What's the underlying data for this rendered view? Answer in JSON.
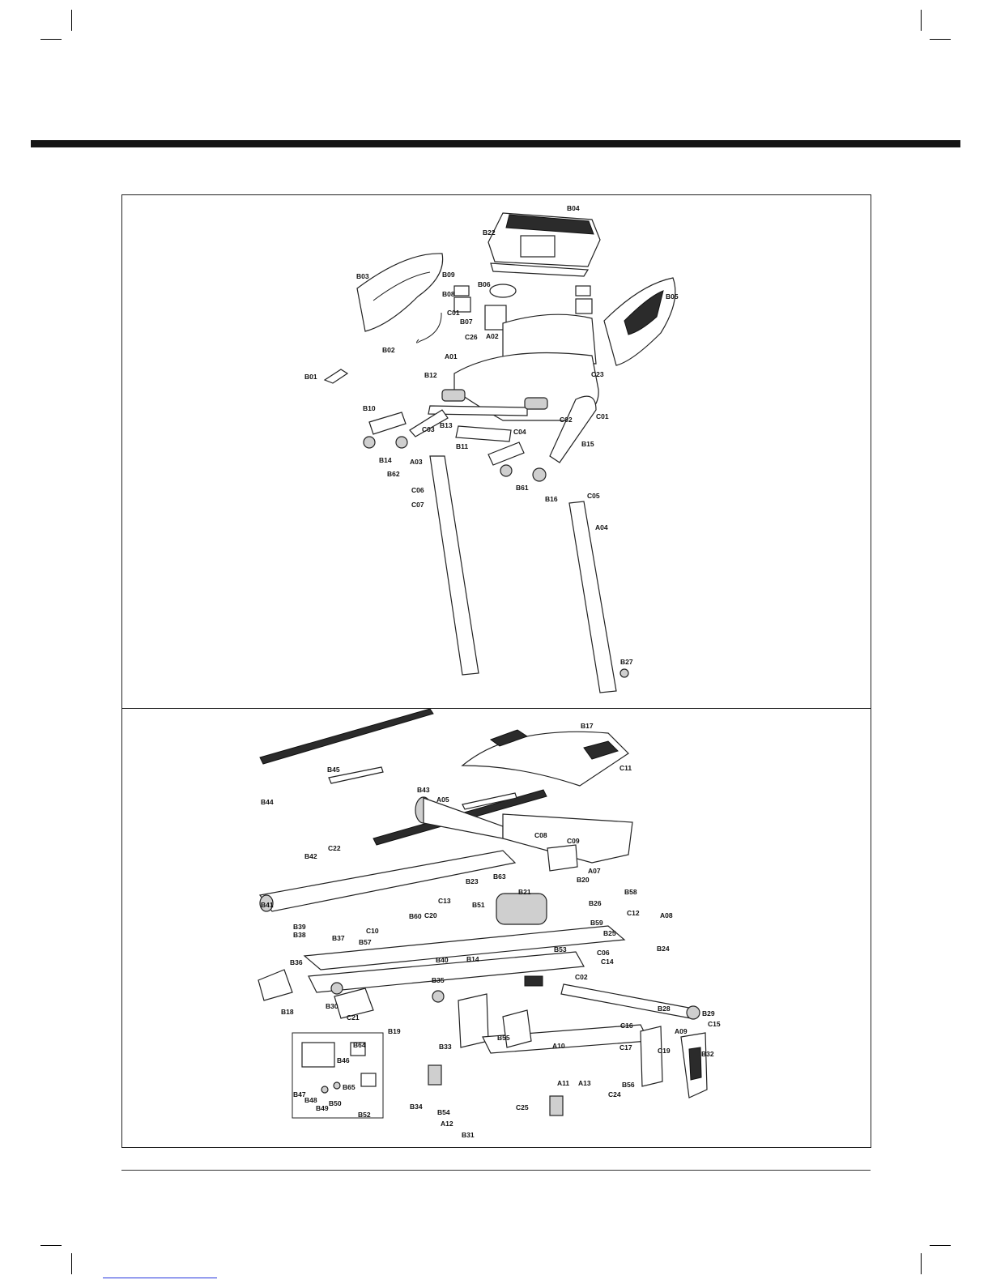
{
  "diagram_top": {
    "labels": [
      "B04",
      "B22",
      "B03",
      "B05",
      "B09",
      "B08",
      "B06",
      "C01",
      "B07",
      "C26",
      "A02",
      "B02",
      "A01",
      "B01",
      "B12",
      "C23",
      "B10",
      "B13",
      "C03",
      "C02",
      "C04",
      "C01",
      "B11",
      "B15",
      "B14",
      "B62",
      "A03",
      "B61",
      "B16",
      "C05",
      "C06",
      "C07",
      "A04",
      "B27"
    ]
  },
  "diagram_bottom": {
    "labels": [
      "B17",
      "C11",
      "B45",
      "B44",
      "B43",
      "A05",
      "C22",
      "B42",
      "C08",
      "C09",
      "A07",
      "B41",
      "B20",
      "B23",
      "B63",
      "B21",
      "B58",
      "A08",
      "C13",
      "C20",
      "C10",
      "B39",
      "B38",
      "B37",
      "B36",
      "B60",
      "B51",
      "B26",
      "C12",
      "B59",
      "B25",
      "B57",
      "B40",
      "B14",
      "B53",
      "C06",
      "C14",
      "C24",
      "B35",
      "C02",
      "B24",
      "B18",
      "B30",
      "C21",
      "B19",
      "B28",
      "B29",
      "C15",
      "C16",
      "A09",
      "B33",
      "B55",
      "A10",
      "C17",
      "C19",
      "B32",
      "B64",
      "B46",
      "B65",
      "B47",
      "B48",
      "B49",
      "B50",
      "B52",
      "B34",
      "B54",
      "A12",
      "B31",
      "C25",
      "A11",
      "A13",
      "B56"
    ]
  }
}
